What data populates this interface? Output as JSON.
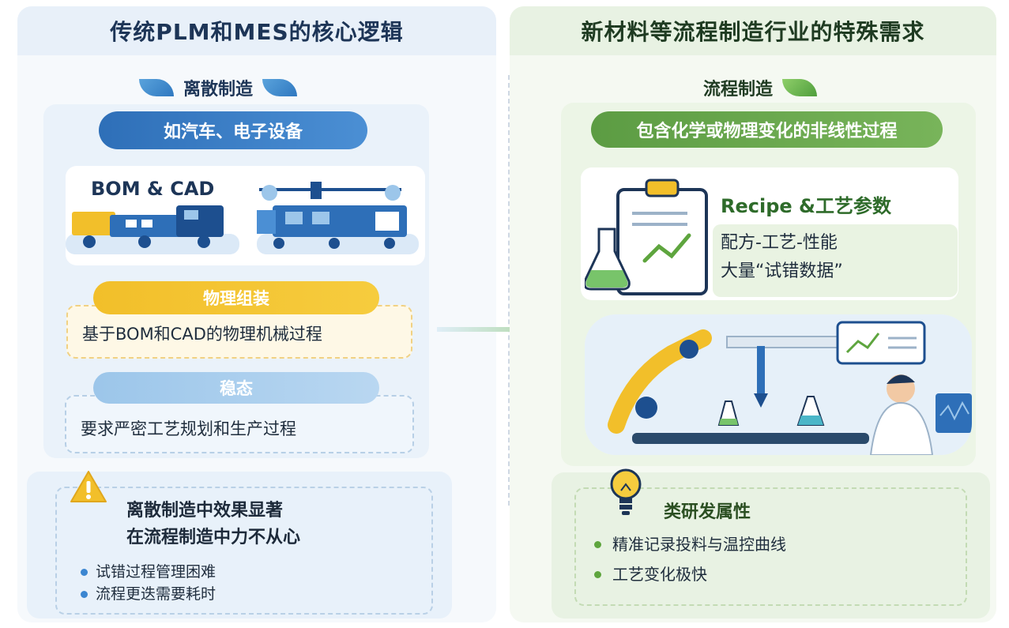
{
  "left": {
    "header": "传统PLM和MES的核心逻辑",
    "section_label": "离散制造",
    "example_pill": "如汽车、电子设备",
    "bom_cad_title": "BOM & CAD",
    "assembly": {
      "label": "物理组装",
      "text": "基于BOM和CAD的物理机械过程"
    },
    "steady": {
      "label": "稳态",
      "text": "要求严密工艺规划和生产过程"
    },
    "warning": {
      "title_line1": "离散制造中效果显著",
      "title_line2": "在流程制造中力不从心",
      "items": [
        "试错过程管理困难",
        "流程更迭需要耗时"
      ]
    }
  },
  "right": {
    "header": "新材料等流程制造行业的特殊需求",
    "section_label": "流程制造",
    "process_pill": "包含化学或物理变化的非线性过程",
    "recipe": {
      "title": "Recipe &工艺参数",
      "line1": "配方-工艺-性能",
      "line2": "大量“试错数据”"
    },
    "research": {
      "title": "类研发属性",
      "items": [
        "精准记录投料与温控曲线",
        "工艺变化极快"
      ]
    }
  },
  "colors": {
    "left_accent": "#2e6fb8",
    "right_accent": "#5c9c43",
    "yellow_accent": "#f2bf2a"
  }
}
